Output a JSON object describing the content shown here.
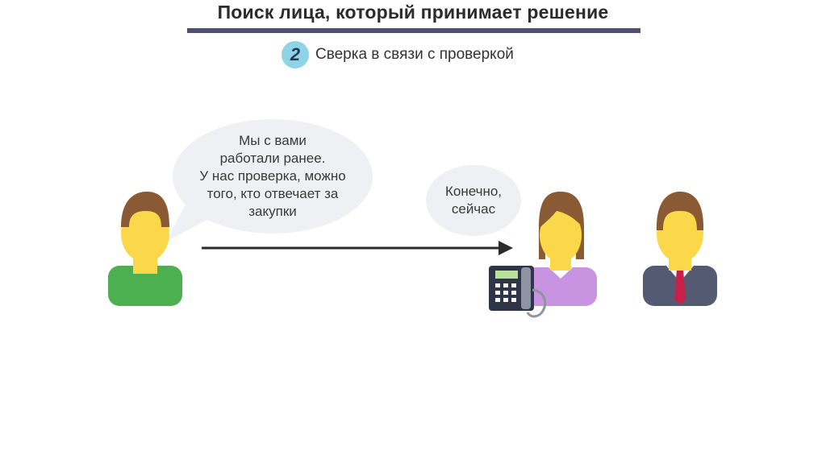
{
  "header": {
    "title": "Поиск лица, который принимает решение",
    "step_number": "2",
    "step_label": "Сверка в связи с проверкой"
  },
  "dialog": {
    "caller_speech": "Мы с вами\nработали ранее.\nУ нас проверка, можно\nтого, кто отвечает за\nзакупки",
    "receptionist_speech": "Конечно,\nсейчас"
  },
  "colors": {
    "title_bar": "#4d506f",
    "step_badge": "#8fd3e6",
    "bubble": "#eef0f3",
    "skin": "#fbd84a",
    "hair": "#8a5a34",
    "caller_shirt": "#4caf50",
    "receptionist_blouse": "#c893e0",
    "manager_suit": "#555a73",
    "manager_tie": "#c8204a",
    "arrow": "#2b2b2b"
  },
  "icons": [
    "caller-person-icon",
    "receptionist-person-icon",
    "manager-person-icon",
    "desk-phone-icon",
    "arrow-right-icon"
  ]
}
